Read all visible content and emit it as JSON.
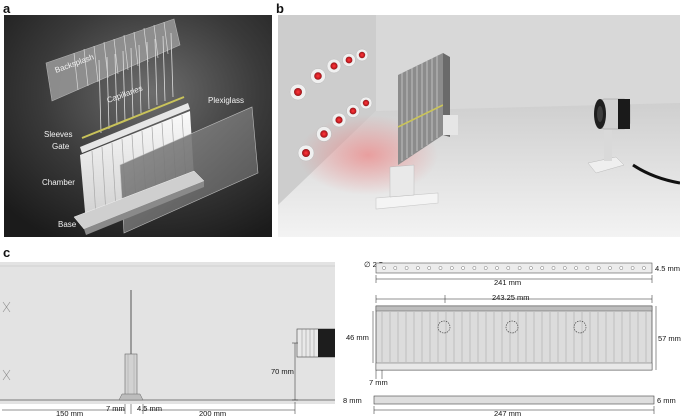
{
  "panels": {
    "a": "a",
    "b": "b",
    "c": "c"
  },
  "panel_a_labels": {
    "backsplash": "Backsplash",
    "capillaries": "Capillaries",
    "plexiglass": "Plexiglass",
    "sleeves": "Sleeves",
    "gate": "Gate",
    "chamber": "Chamber",
    "base": "Base"
  },
  "panel_c_side": {
    "height": "70 mm",
    "left_dist": "150 mm",
    "gap_left": "7 mm",
    "gap_right": "4.5 mm",
    "right_dist": "200 mm"
  },
  "panel_c_drawings": {
    "hole_diameter": "∅ 2.5 mm",
    "strip_width": "241 mm",
    "strip_height": "4.5 mm",
    "body_width": "243.25 mm",
    "body_left_height": "46 mm",
    "body_right_height": "57 mm",
    "foot_offset": "7 mm",
    "base_left": "8 mm",
    "base_right": "6 mm",
    "base_width": "247 mm"
  },
  "colors": {
    "panel_a_bg": "#2b2b2b",
    "panel_b_bg": "#d9d9d9",
    "led_red": "#e0232b",
    "capillary_yellow": "#c9c35a"
  }
}
